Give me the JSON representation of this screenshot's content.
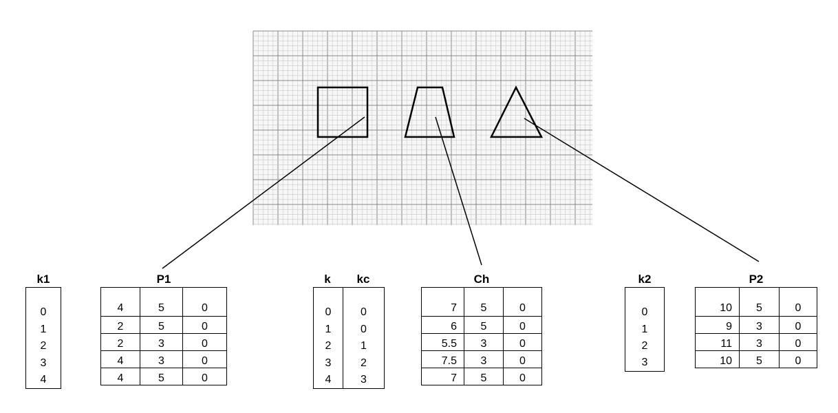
{
  "figure": {
    "shapes": [
      {
        "name": "square",
        "pointer_label": "P1"
      },
      {
        "name": "trapezoid",
        "pointer_label": "Ch"
      },
      {
        "name": "triangle",
        "pointer_label": "P2"
      }
    ]
  },
  "tables": {
    "k1": {
      "label": "k1",
      "values": [
        "0",
        "1",
        "2",
        "3",
        "4"
      ]
    },
    "P1": {
      "label": "P1",
      "rows": [
        [
          "4",
          "5",
          "0"
        ],
        [
          "2",
          "5",
          "0"
        ],
        [
          "2",
          "3",
          "0"
        ],
        [
          "4",
          "3",
          "0"
        ],
        [
          "4",
          "5",
          "0"
        ]
      ]
    },
    "k": {
      "label": "k",
      "values": [
        "0",
        "1",
        "2",
        "3",
        "4"
      ]
    },
    "kc": {
      "label": "kc",
      "values": [
        "0",
        "0",
        "1",
        "2",
        "3"
      ]
    },
    "Ch": {
      "label": "Ch",
      "rows": [
        [
          "7",
          "5",
          "0"
        ],
        [
          "6",
          "5",
          "0"
        ],
        [
          "5.5",
          "3",
          "0"
        ],
        [
          "7.5",
          "3",
          "0"
        ],
        [
          "7",
          "5",
          "0"
        ]
      ]
    },
    "k2": {
      "label": "k2",
      "values": [
        "0",
        "1",
        "2",
        "3"
      ]
    },
    "P2": {
      "label": "P2",
      "rows": [
        [
          "10",
          "5",
          "0"
        ],
        [
          "9",
          "3",
          "0"
        ],
        [
          "11",
          "3",
          "0"
        ],
        [
          "10",
          "5",
          "0"
        ]
      ]
    }
  },
  "colors": {
    "ink": "#000000",
    "grid_minor": "#c8c8c8",
    "grid_major": "#8a8a8a"
  }
}
